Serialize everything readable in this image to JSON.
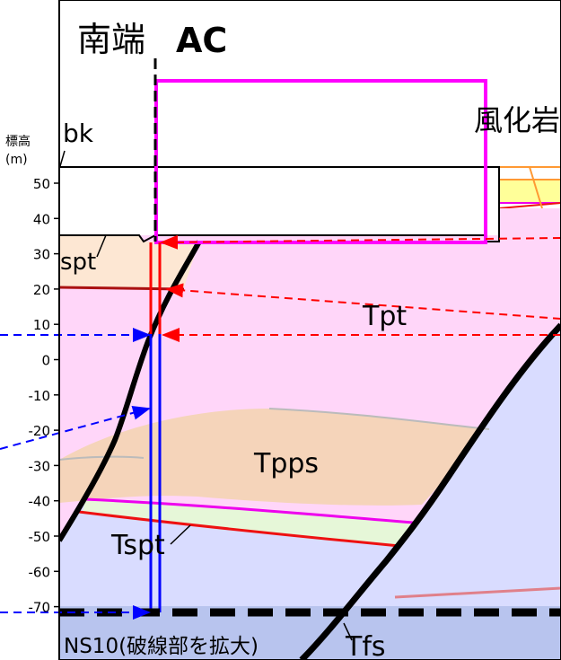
{
  "header": {
    "title_ja": "南端",
    "title_ac": "AC"
  },
  "axis": {
    "label_line1": "標高",
    "label_line2": "(m)",
    "ticks": [
      "50",
      "40",
      "30",
      "20",
      "10",
      "0",
      "-10",
      "-20",
      "-30",
      "-40",
      "-50",
      "-60",
      "-70"
    ]
  },
  "labels": {
    "bk": "bk",
    "weathered_rock": "風化岩",
    "spt": "spt",
    "tpt": "Tpt",
    "tpps": "Tpps",
    "tspt": "Tspt",
    "tfs": "Tfs",
    "ns10_caption": "NS10(破線部を拡大)"
  },
  "colors": {
    "tpt_layer": "#ffd6f9",
    "tpps_layer": "#f5d4ba",
    "spt_layer": "#fde7d3",
    "tfs_block": "#d9dcff",
    "bottom_band": "#b8c4ee",
    "tspt_lens": "#e6f7d8",
    "frame_magenta": "#ff00ff",
    "arrow_red": "#ff0000",
    "arrow_blue": "#0000ff",
    "boundary_red": "#ee1111",
    "boundary_magenta": "#ee00ee",
    "yellow_layer": "#ffff99",
    "orange_line": "#ff9933"
  }
}
